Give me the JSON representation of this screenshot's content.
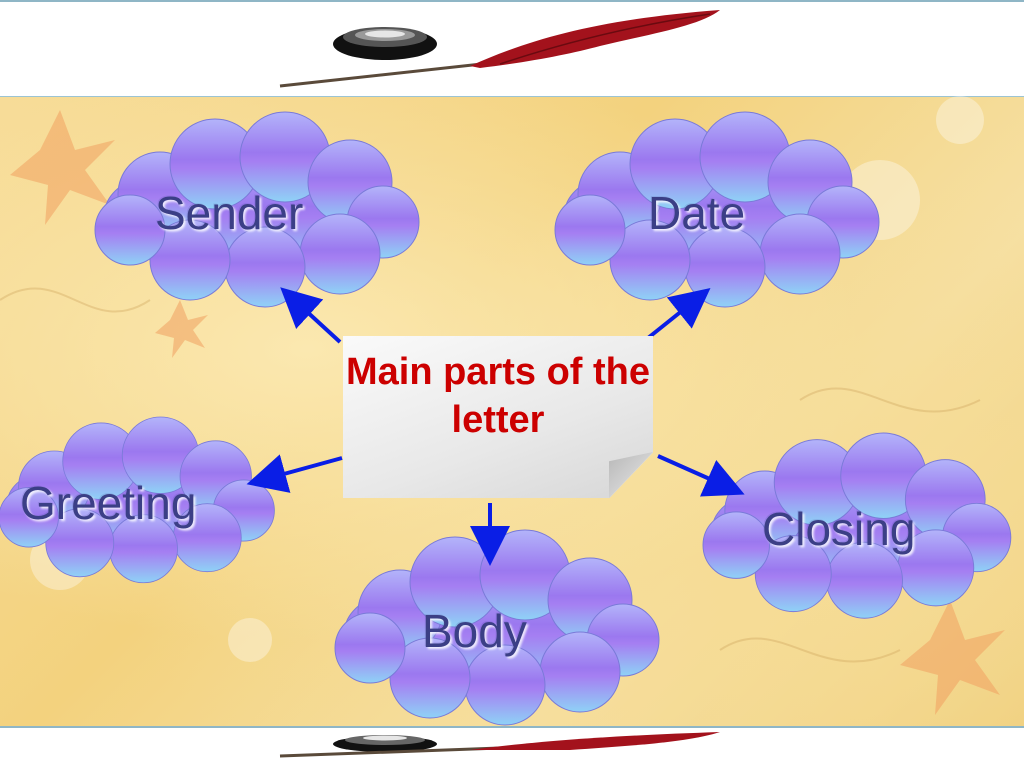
{
  "diagram": {
    "center": "Main parts of the letter",
    "nodes": {
      "sender": "Sender",
      "date": "Date",
      "greeting": "Greeting",
      "closing": "Closing",
      "body": "Body"
    }
  },
  "colors": {
    "arrow": "#0a1ee6",
    "center_text": "#cc0000",
    "cloud_top": "#a9a9f8",
    "cloud_mid": "#9b7af0",
    "cloud_bottom": "#8ed0f5",
    "node_text": "#3b3f86"
  },
  "icons": [
    "inkwell-icon",
    "quill-pen-icon"
  ]
}
